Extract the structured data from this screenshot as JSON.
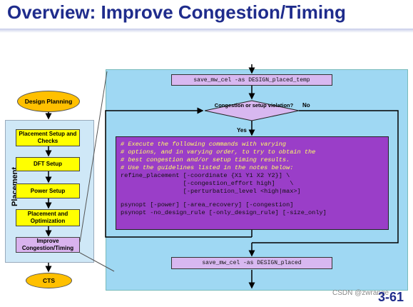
{
  "title": "Overview: Improve Congestion/Timing",
  "flow": {
    "start": "Design Planning",
    "group_label": "Placement",
    "steps": [
      "Placement Setup and Checks",
      "DFT Setup",
      "Power Setup",
      "Placement and Optimization",
      "Improve Congestion/Timing"
    ],
    "end": "CTS"
  },
  "detail": {
    "save_top": "save_mw_cel -as DESIGN_placed_temp",
    "decision": "Congestion or setup violation?",
    "no_label": "No",
    "yes_label": "Yes",
    "comments": [
      "# Execute the following commands with varying",
      "# options, and in varying order, to try to obtain the",
      "# best congestion and/or setup timing results.",
      "# Use the guidelines listed in the notes below:"
    ],
    "code": [
      "refine_placement [-coordinate {X1 Y1 X2 Y2}] \\",
      "                 [-congestion_effort high]    \\",
      "                 [-perturbation_level <high|max>]",
      "",
      "psynopt [-power] [-area_recovery] [-congestion]",
      "psynopt -no_design_rule [-only_design_rule] [-size_only]"
    ],
    "save_bottom": "save_mw_cel -as DESIGN_placed"
  },
  "page_number": "3-61",
  "watermark": "CSDN @zwrange",
  "colors": {
    "title": "#1f2c8c",
    "highlight": "#ffc000",
    "panel": "#9fd8f3",
    "code_bg": "#9a3ec8",
    "comment": "#ffff66"
  }
}
